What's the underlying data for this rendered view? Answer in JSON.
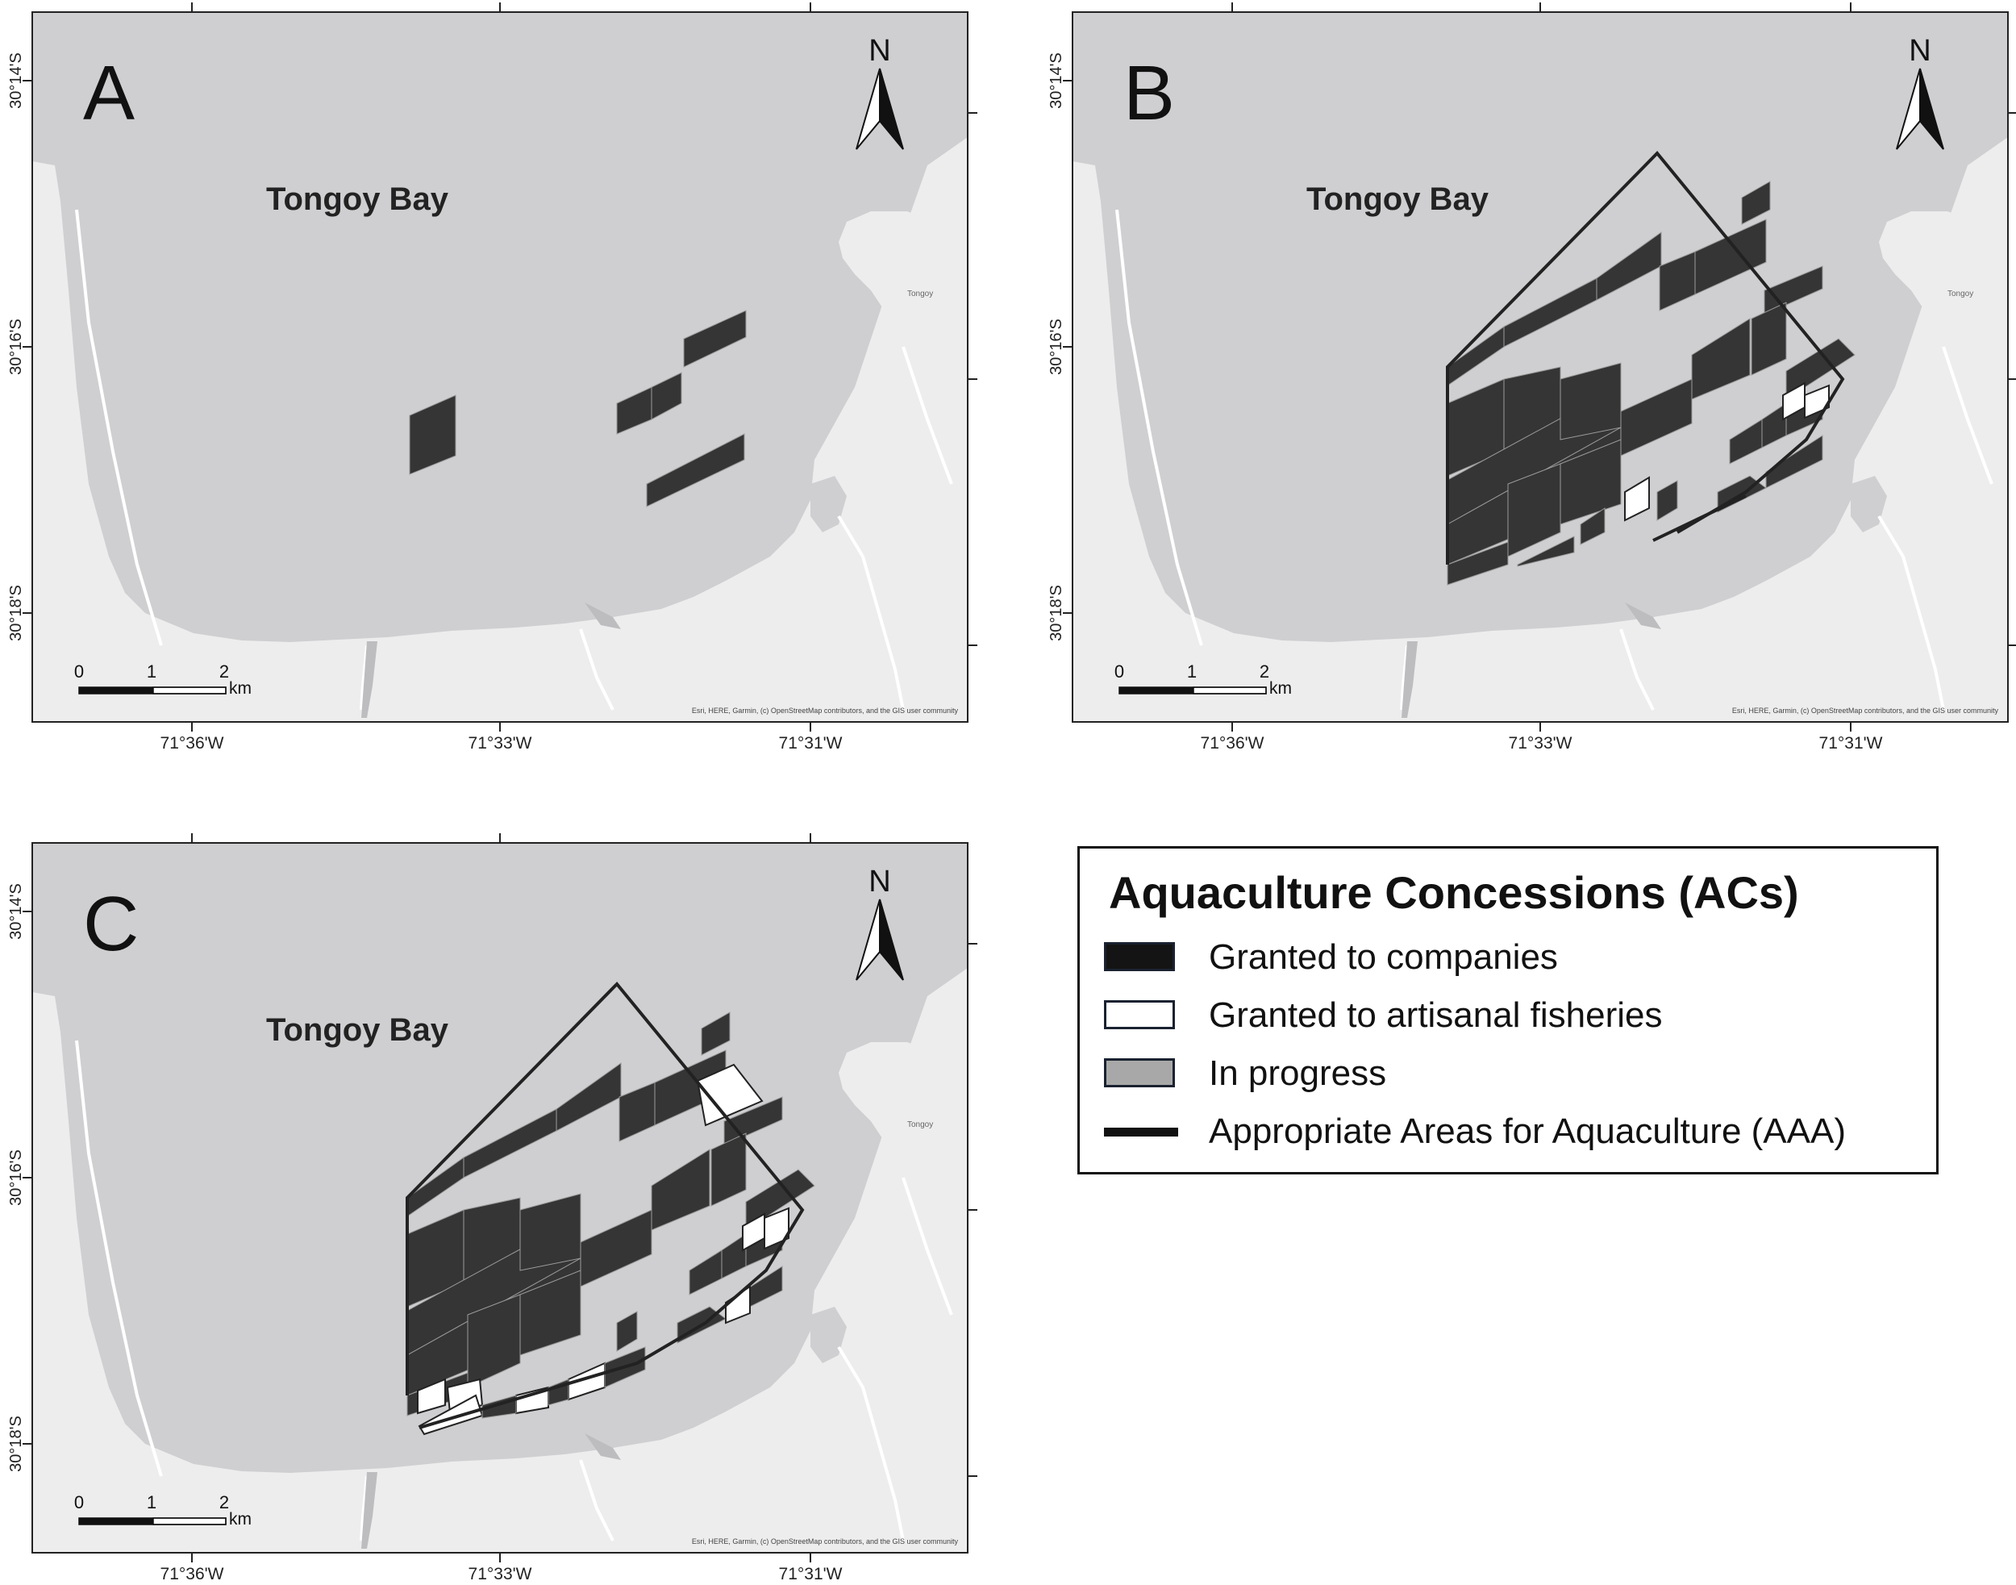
{
  "panels": [
    {
      "id": "A",
      "label": "A",
      "bay_label": "Tongoy Bay",
      "north_label": "N",
      "town_label": "Tongoy",
      "scale_ticks": [
        "0",
        "1",
        "2"
      ],
      "scale_unit": "km",
      "attribution": "Esri, HERE, Garmin, (c) OpenStreetMap contributors, and the GIS user community",
      "lat_labels": [
        "30°14'S",
        "30°16'S",
        "30°18'S"
      ],
      "lon_labels": [
        "71°36'W",
        "71°33'W",
        "71°31'W"
      ]
    },
    {
      "id": "B",
      "label": "B",
      "bay_label": "Tongoy Bay",
      "north_label": "N",
      "town_label": "Tongoy",
      "scale_ticks": [
        "0",
        "1",
        "2"
      ],
      "scale_unit": "km",
      "attribution": "Esri, HERE, Garmin, (c) OpenStreetMap contributors, and the GIS user community",
      "lat_labels": [
        "30°14'S",
        "30°16'S",
        "30°18'S"
      ],
      "lon_labels": [
        "71°36'W",
        "71°33'W",
        "71°31'W"
      ]
    },
    {
      "id": "C",
      "label": "C",
      "bay_label": "Tongoy Bay",
      "north_label": "N",
      "town_label": "Tongoy",
      "scale_ticks": [
        "0",
        "1",
        "2"
      ],
      "scale_unit": "km",
      "attribution": "Esri, HERE, Garmin, (c) OpenStreetMap contributors, and the GIS user community",
      "lat_labels": [
        "30°14'S",
        "30°16'S",
        "30°18'S"
      ],
      "lon_labels": [
        "71°36'W",
        "71°33'W",
        "71°31'W"
      ]
    }
  ],
  "legend": {
    "title": "Aquaculture Concessions (ACs)",
    "items": [
      {
        "label": "Granted to companies",
        "kind": "companies",
        "color": "#141414"
      },
      {
        "label": "Granted to artisanal fisheries",
        "kind": "artisanal",
        "color": "#ffffff"
      },
      {
        "label": "In progress",
        "kind": "in-progress",
        "color": "#a8a8a8"
      },
      {
        "label": "Appropriate Areas for Aquaculture (AAA)",
        "kind": "aaa-line",
        "color": "#111111"
      }
    ]
  },
  "colors": {
    "sea": "#cfcfd2",
    "land": "#ededed",
    "company": "#353535",
    "artisanal": "#ffffff",
    "frame": "#222222"
  }
}
